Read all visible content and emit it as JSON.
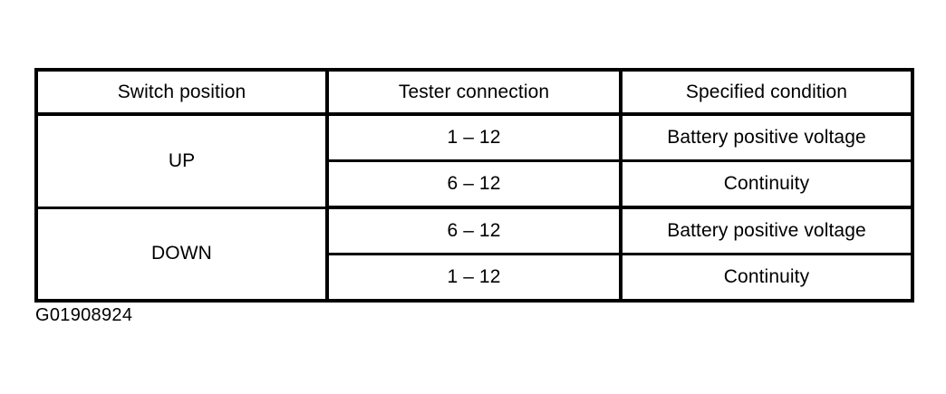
{
  "table": {
    "columns": [
      "Switch position",
      "Tester connection",
      "Specified  condition"
    ],
    "groups": [
      {
        "switch_position": "UP",
        "rows": [
          {
            "tester_connection": "1 – 12",
            "specified_condition": "Battery positive voltage"
          },
          {
            "tester_connection": "6 – 12",
            "specified_condition": "Continuity"
          }
        ]
      },
      {
        "switch_position": "DOWN",
        "rows": [
          {
            "tester_connection": "6 – 12",
            "specified_condition": "Battery positive voltage"
          },
          {
            "tester_connection": "1 – 12",
            "specified_condition": "Continuity"
          }
        ]
      }
    ]
  },
  "caption": "G01908924"
}
